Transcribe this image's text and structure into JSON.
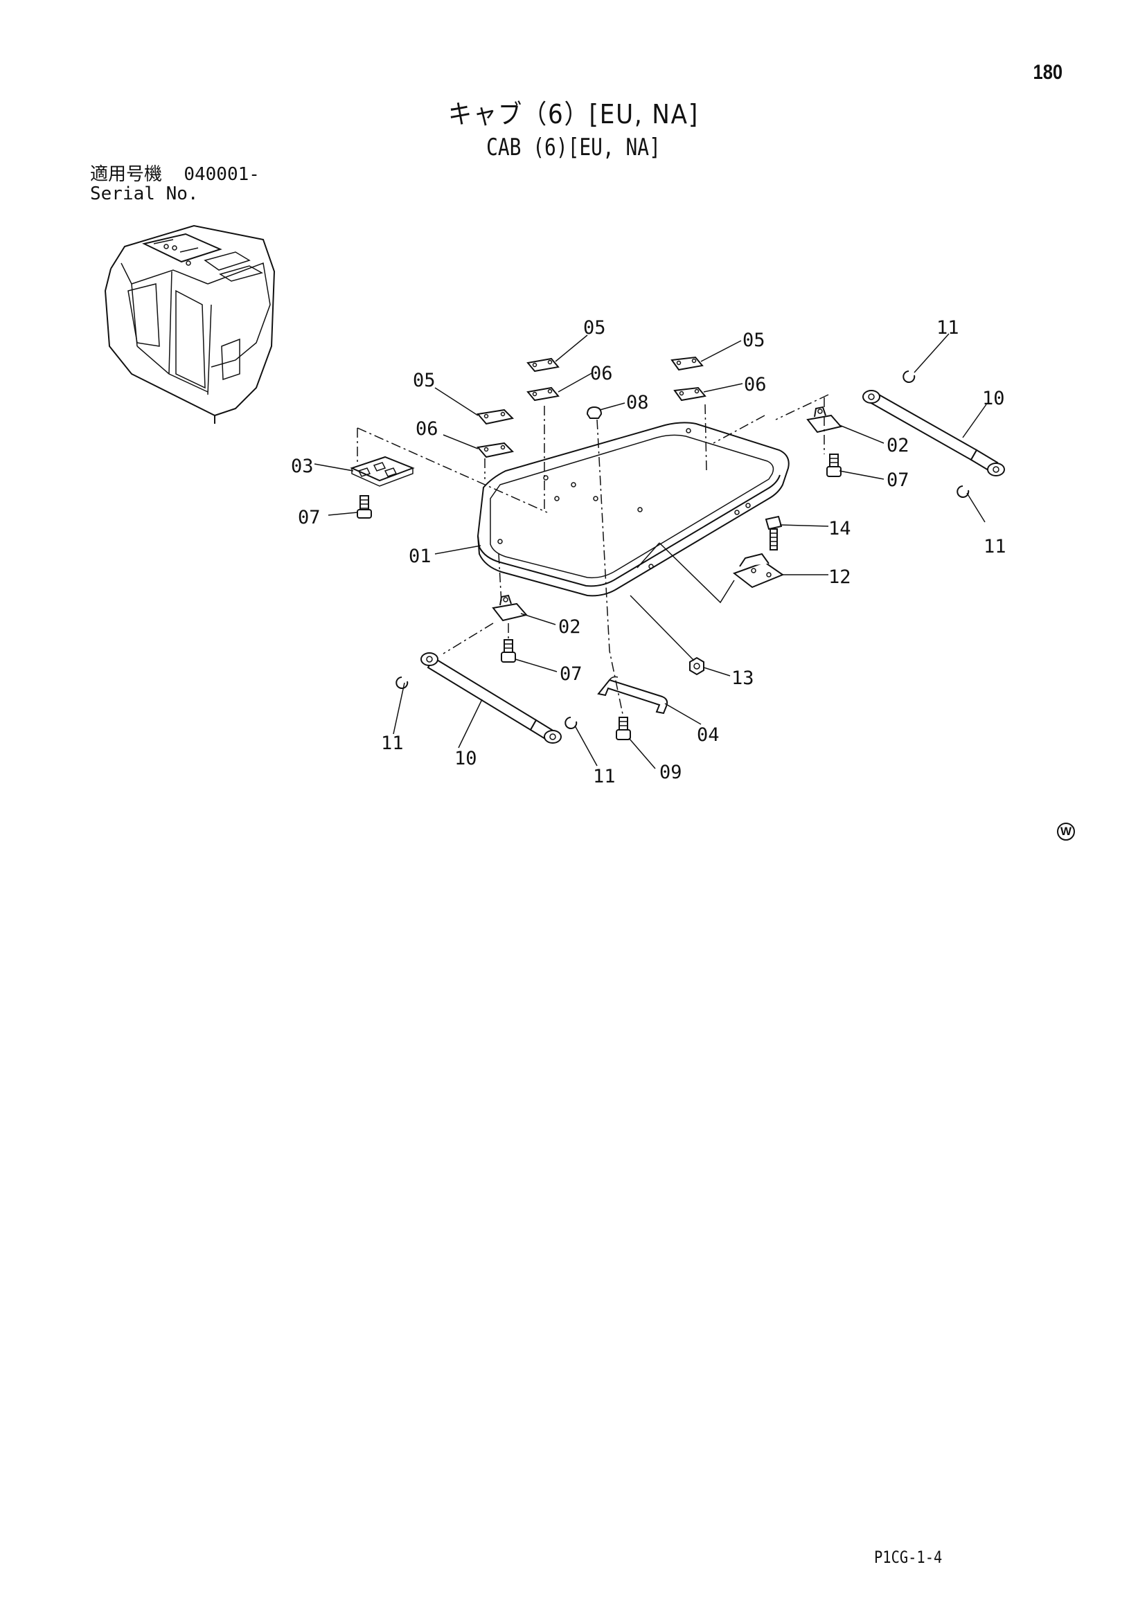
{
  "page_number": "180",
  "title": {
    "jp": "キャブ（6）[EU, NA]",
    "en": "CAB (6)[EU, NA]"
  },
  "serial": {
    "jp_label": "適用号機",
    "range": "040001-",
    "en_label": "Serial No."
  },
  "callouts": [
    {
      "id": "c-05a",
      "label": "05"
    },
    {
      "id": "c-06a",
      "label": "06"
    },
    {
      "id": "c-05b",
      "label": "05"
    },
    {
      "id": "c-06b",
      "label": "06"
    },
    {
      "id": "c-05c",
      "label": "05"
    },
    {
      "id": "c-06c",
      "label": "06"
    },
    {
      "id": "c-08",
      "label": "08"
    },
    {
      "id": "c-11a",
      "label": "11"
    },
    {
      "id": "c-10a",
      "label": "10"
    },
    {
      "id": "c-02a",
      "label": "02"
    },
    {
      "id": "c-07a",
      "label": "07"
    },
    {
      "id": "c-11b",
      "label": "11"
    },
    {
      "id": "c-03",
      "label": "03"
    },
    {
      "id": "c-07b",
      "label": "07"
    },
    {
      "id": "c-01",
      "label": "01"
    },
    {
      "id": "c-14",
      "label": "14"
    },
    {
      "id": "c-12",
      "label": "12"
    },
    {
      "id": "c-02b",
      "label": "02"
    },
    {
      "id": "c-07c",
      "label": "07"
    },
    {
      "id": "c-13",
      "label": "13"
    },
    {
      "id": "c-04",
      "label": "04"
    },
    {
      "id": "c-11c",
      "label": "11"
    },
    {
      "id": "c-10b",
      "label": "10"
    },
    {
      "id": "c-11d",
      "label": "11"
    },
    {
      "id": "c-09",
      "label": "09"
    }
  ],
  "mark": "W",
  "page_code": "P1CG-1-4"
}
